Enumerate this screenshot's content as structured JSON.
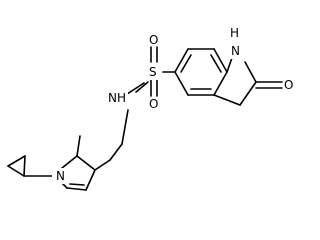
{
  "molecule": {
    "labels": {
      "n_pyrrole": "N",
      "nh_amide": "NH",
      "s_sulfonyl": "S",
      "o_sulfonyl_top": "O",
      "o_sulfonyl_bottom": "O",
      "h_lactam": "H",
      "n_lactam": "N",
      "o_carbonyl": "O"
    }
  }
}
